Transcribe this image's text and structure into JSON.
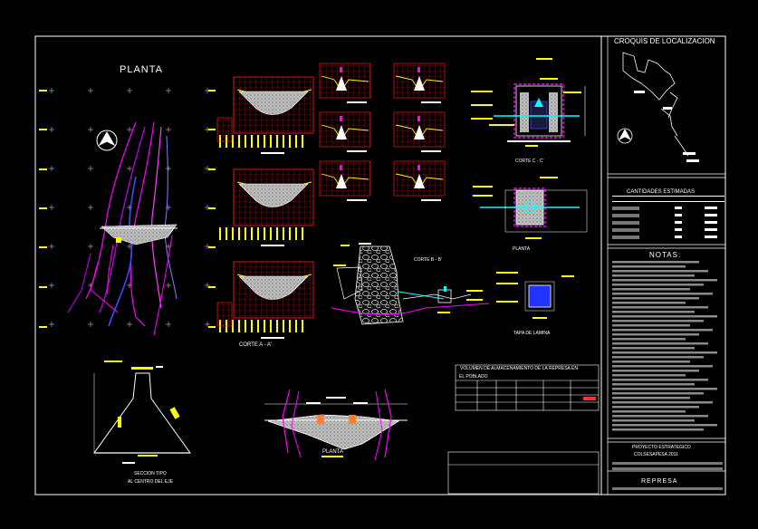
{
  "titles": {
    "planta_main": "PLANTA",
    "croquis": "CROQUIS DE LOCALIZACION",
    "cantidades": "CANTIDADES ESTIMADAS",
    "notas": "NOTAS:",
    "proyecto_1": "PROYECTO ESTRATEGICO",
    "proyecto_2": "COLSESAPESA 2011",
    "represa": "REPRESA",
    "seccion_1": "SECCION TIPO",
    "seccion_2": "AL CENTRO DEL EJE",
    "planta_bottom": "PLANTA",
    "corte_aa": "CORTE A - A'",
    "corte_cc": "CORTE C - C'",
    "planta_right": "PLANTA",
    "tapa": "TAPA DE LAMINA",
    "corte_bb": "CORTE B - B'",
    "volumen_1": "VOLUMEN DE ALMACENAMIENTO DE LA REPRESA EN",
    "volumen_2": "EL POBLADO"
  },
  "colors": {
    "background": "#000000",
    "frame": "#ffffff",
    "grid": "#ff2020",
    "terrain": "#ffff00",
    "contours": "#ff00ff",
    "river": "#3a4dff",
    "concrete": "#dcdcdc",
    "accent_cyan": "#00ffff"
  }
}
